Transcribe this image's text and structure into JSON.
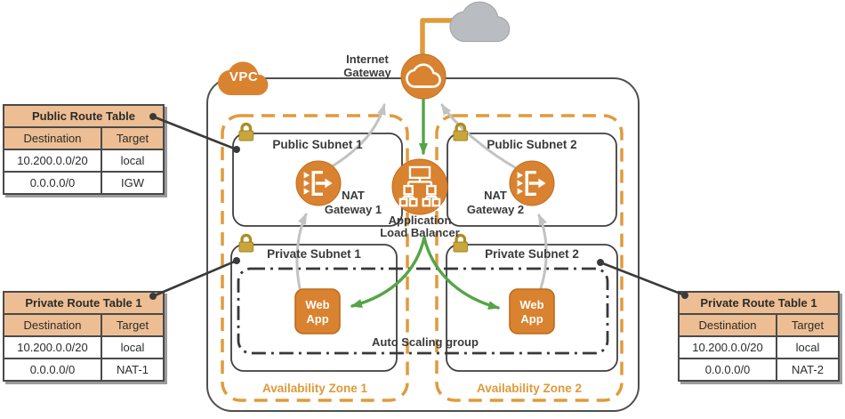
{
  "labels": {
    "vpc": "VPC",
    "internet_gateway": [
      "Internet",
      "Gateway"
    ],
    "public_subnet_1": "Public Subnet 1",
    "public_subnet_2": "Public Subnet 2",
    "private_subnet_1": "Private Subnet 1",
    "private_subnet_2": "Private Subnet 2",
    "nat_gateway_1": [
      "NAT",
      "Gateway 1"
    ],
    "nat_gateway_2": [
      "NAT",
      "Gateway 2"
    ],
    "alb": [
      "Application",
      "Load Balancer"
    ],
    "web_app": [
      "Web",
      "App"
    ],
    "auto_scaling": "Auto Scaling group",
    "az1": "Availability Zone 1",
    "az2": "Availability Zone 2"
  },
  "route_tables": {
    "public": {
      "title": "Public Route Table",
      "headers": [
        "Destination",
        "Target"
      ],
      "rows": [
        [
          "10.200.0.0/20",
          "local"
        ],
        [
          "0.0.0.0/0",
          "IGW"
        ]
      ]
    },
    "private_left": {
      "title": "Private Route Table 1",
      "headers": [
        "Destination",
        "Target"
      ],
      "rows": [
        [
          "10.200.0.0/20",
          "local"
        ],
        [
          "0.0.0.0/0",
          "NAT-1"
        ]
      ]
    },
    "private_right": {
      "title": "Private Route Table 1",
      "headers": [
        "Destination",
        "Target"
      ],
      "rows": [
        [
          "10.200.0.0/20",
          "local"
        ],
        [
          "0.0.0.0/0",
          "NAT-2"
        ]
      ]
    }
  },
  "icons": {
    "internet_cloud": "internet-cloud-icon",
    "vpc_cloud": "vpc-cloud-icon",
    "internet_gateway": "internet-gateway-icon",
    "nat_gateway": "nat-gateway-icon",
    "load_balancer": "load-balancer-icon",
    "lock": "lock-icon"
  },
  "colors": {
    "icon_orange": "#D9822F",
    "icon_orange_border": "#C06C1E",
    "az_dash_orange": "#E09B3C",
    "az_label_orange": "#DF9A39",
    "green_arrow": "#54A546",
    "gray_arrow": "#C2C2C2",
    "lock_gold_body": "#C8A63C",
    "lock_gold_shackle": "#AD8C22",
    "table_header_tan": "#EDBE93",
    "internet_cloud_gray": "#B9BDC1",
    "border_dark": "#4A4A4A"
  }
}
